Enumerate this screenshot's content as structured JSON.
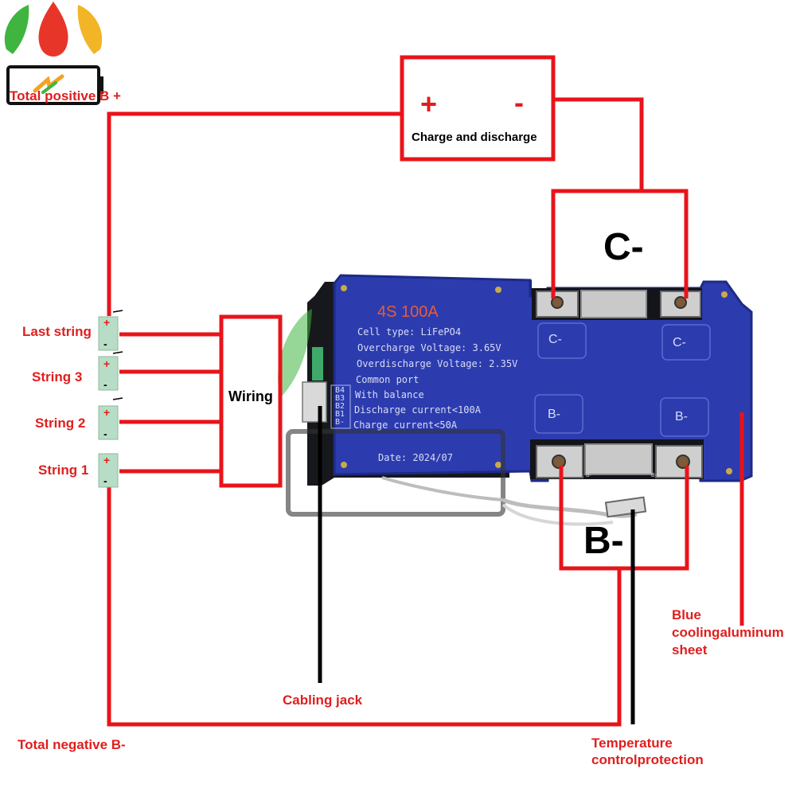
{
  "colors": {
    "wire": "#e8141a",
    "board": "#2c3cae",
    "board_dark": "#1d2a86",
    "label": "#e01e1e",
    "black": "#000000",
    "board_text": "#d9dcf6",
    "board_title": "#e85a3a"
  },
  "logo": {
    "icon": "flame-petal-logo-icon",
    "battery_icon": "battery-charge-icon"
  },
  "labels": {
    "total_positive": "Total positive B +",
    "total_negative": "Total negative B-",
    "charge_discharge": "Charge and discharge",
    "plus": "+",
    "minus": "-",
    "c_minus_big": "C-",
    "b_minus_big": "B-",
    "wiring": "Wiring",
    "last_string": "Last string",
    "string3": "String 3",
    "string2": "String 2",
    "string1": "String 1",
    "cabling_jack": "Cabling jack",
    "temperature": "Temperature",
    "control_protection": "controlprotection",
    "blue_cooling_1": "Blue",
    "blue_cooling_2": "coolingaluminum",
    "blue_cooling_3": "sheet"
  },
  "board": {
    "title": "4S 100A",
    "lines": [
      "Cell type: LiFePO4",
      "Overcharge Voltage: 3.65V",
      "Overdischarge Voltage: 2.35V",
      "Common port",
      "With balance",
      "Discharge current<100A",
      "Charge current<50A"
    ],
    "date": "Date: 2024/07",
    "pins": [
      "B4",
      "B3",
      "B2",
      "B1",
      "B-"
    ],
    "terminal_c1": "C-",
    "terminal_c2": "C-",
    "terminal_b1": "B-",
    "terminal_b2": "B-",
    "tiny_b1": "B-",
    "tiny_b2": "B-"
  },
  "cells": [
    {
      "plus": "+",
      "minus": "-"
    },
    {
      "plus": "+",
      "minus": "-"
    },
    {
      "plus": "+",
      "minus": "-"
    },
    {
      "plus": "+",
      "minus": "-"
    }
  ]
}
